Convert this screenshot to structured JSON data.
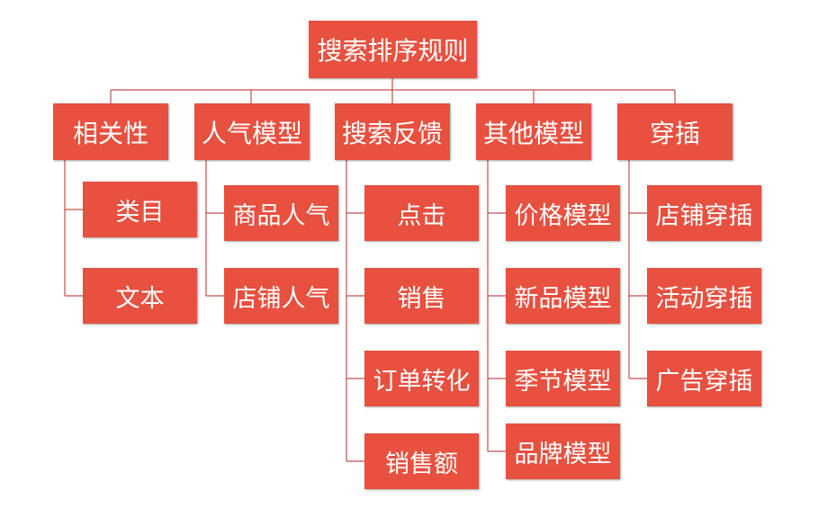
{
  "diagram": {
    "root": "搜索排序规则",
    "branches": [
      {
        "label": "相关性",
        "children": [
          "类目",
          "文本"
        ]
      },
      {
        "label": "人气模型",
        "children": [
          "商品人气",
          "店铺人气"
        ]
      },
      {
        "label": "搜索反馈",
        "children": [
          "点击",
          "销售",
          "订单转化",
          "销售额"
        ]
      },
      {
        "label": "其他模型",
        "children": [
          "价格模型",
          "新品模型",
          "季节模型",
          "品牌模型"
        ]
      },
      {
        "label": "穿插",
        "children": [
          "店铺穿插",
          "活动穿插",
          "广告穿插"
        ]
      }
    ]
  },
  "colors": {
    "box": "#e8503f",
    "text": "#ffffff",
    "connector": "#c0504d"
  }
}
